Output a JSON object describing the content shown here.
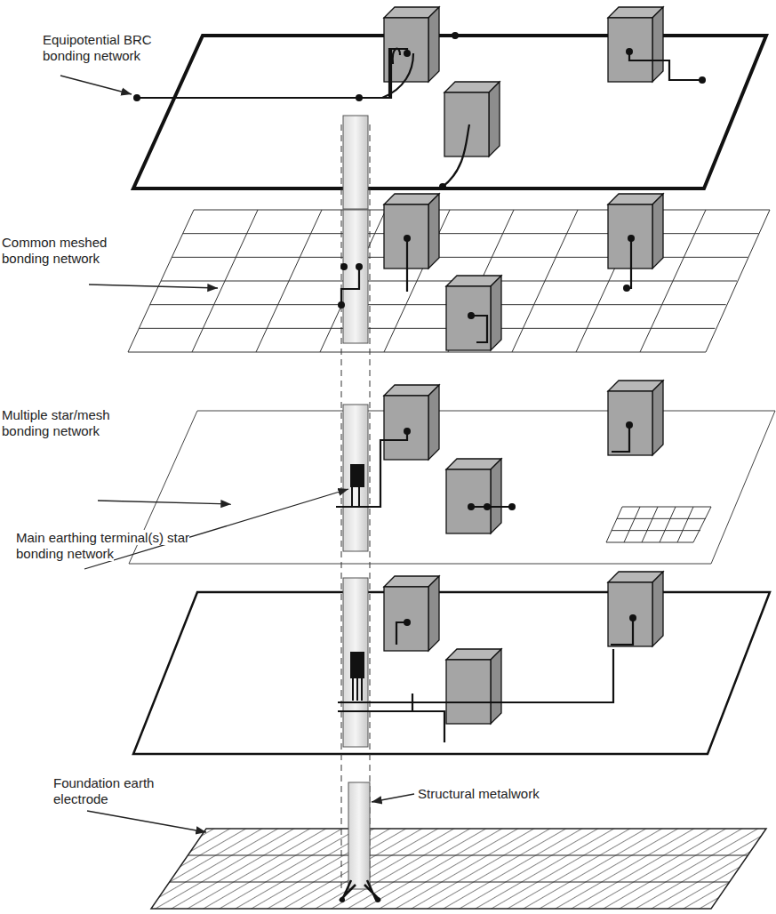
{
  "diagram": {
    "labels": [
      "Equipotential BRC bonding network",
      "Common meshed bonding network",
      "Multiple star/mesh bonding network",
      "Main earthing terminal(s) star bonding network",
      "Foundation earth electrode",
      "Structural metalwork"
    ]
  }
}
